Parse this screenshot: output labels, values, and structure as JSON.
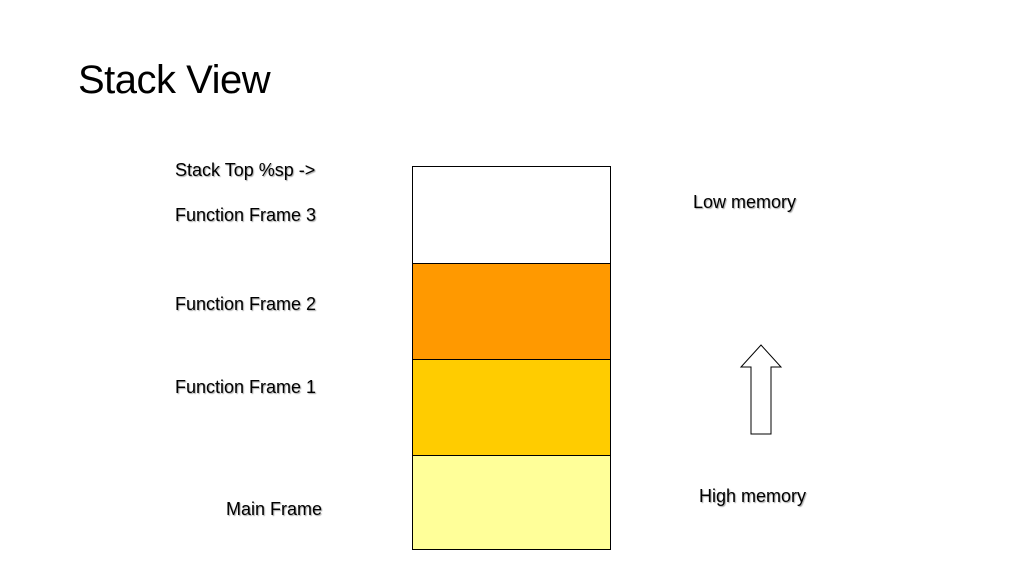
{
  "slide": {
    "title": "Stack View"
  },
  "labels": {
    "stack_top": "Stack Top  %sp ->",
    "frame3": "Function Frame 3",
    "frame2": "Function Frame 2",
    "frame1": "Function Frame 1",
    "main": "Main Frame",
    "low_memory": "Low  memory",
    "high_memory": "High memory"
  },
  "stack": {
    "frames": [
      {
        "name": "Function Frame 3",
        "color": "#ffffff"
      },
      {
        "name": "Function Frame 2",
        "color": "#ff9900"
      },
      {
        "name": "Function Frame 1",
        "color": "#ffcc00"
      },
      {
        "name": "Main Frame",
        "color": "#ffff99"
      }
    ]
  },
  "arrow": {
    "icon": "up-arrow-icon",
    "direction": "up"
  }
}
